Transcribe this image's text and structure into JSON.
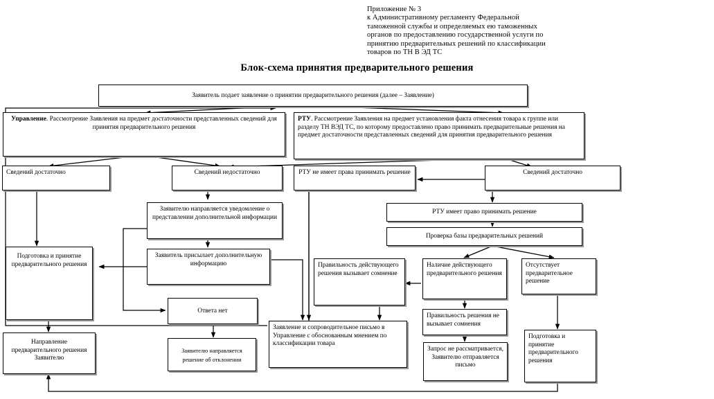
{
  "document": {
    "header_note": [
      "Приложение № 3",
      "к Административному регламенту Федеральной",
      "таможенной службы и определяемых ею таможенных",
      "органов по предоставлению государственной услуги по",
      "принятию предварительных решений по классификации",
      "товаров по ТН В ЭД ТС"
    ],
    "title": "Блок-схема принятия предварительного решения"
  },
  "colors": {
    "line": "#000000",
    "box_border": "#000000",
    "box_shadow": "#9a9a9a",
    "background": "#ffffff"
  },
  "nodes": {
    "start": "Заявитель подает заявление о принятии предварительного решения (далее – Заявление)",
    "upravlenie_lead": "Управление",
    "upravlenie_rest": ". Рассмотрение Заявления на предмет достаточности представленных сведений для принятия предварительного решения",
    "rtu_lead": "РТУ",
    "rtu_rest": ".  Рассмотрение Заявления на предмет установления факта отнесения товара к группе или разделу ТН ВЭД ТС, по которому предоставлено право принимать предварительные решения на предмет достаточности представленных сведений для принятия предварительного решения",
    "svedeniy_dostatochno_left": "Сведений достаточно",
    "svedeniy_nedostatochno": "Сведений недостаточно",
    "rtu_ne_imeet": "РТУ не имеет права принимать решение",
    "svedeniy_dostatochno_right": "Сведений достаточно",
    "uvedomlenie": "Заявителю направляется уведомление о представлении дополнительной информации",
    "prisylaet": "Заявитель присылает дополнительную информацию",
    "rtu_imeet": "РТУ имеет право принимать решение",
    "proverka_bazy": "Проверка базы предварительных решений",
    "podgotovka_left": "Подготовка и принятие предварительного решения",
    "pravilnost_somnenie": "Правильность действующего решения вызывает сомнение",
    "nalichie": "Наличие действующего предварительного решения",
    "otsutstvuet": "Отсутствует предварительное решение",
    "otveta_net": "Ответа нет",
    "pravilnost_ne_somnenie": "Правильность решения не вызывает сомнения",
    "podgotovka_right": "Подготовка и принятие предварительного решения",
    "napravlenie": "Направление предварительного решения Заявителю",
    "otklonenie": "Заявителю направляется решение об отклонении",
    "soprovoditelnoe": "Заявление и сопроводительное письмо в Управление с обоснованным мнением по классификации товара",
    "zapros_ne": "Запрос не рассматривается, Заявителю отправляется письмо"
  }
}
